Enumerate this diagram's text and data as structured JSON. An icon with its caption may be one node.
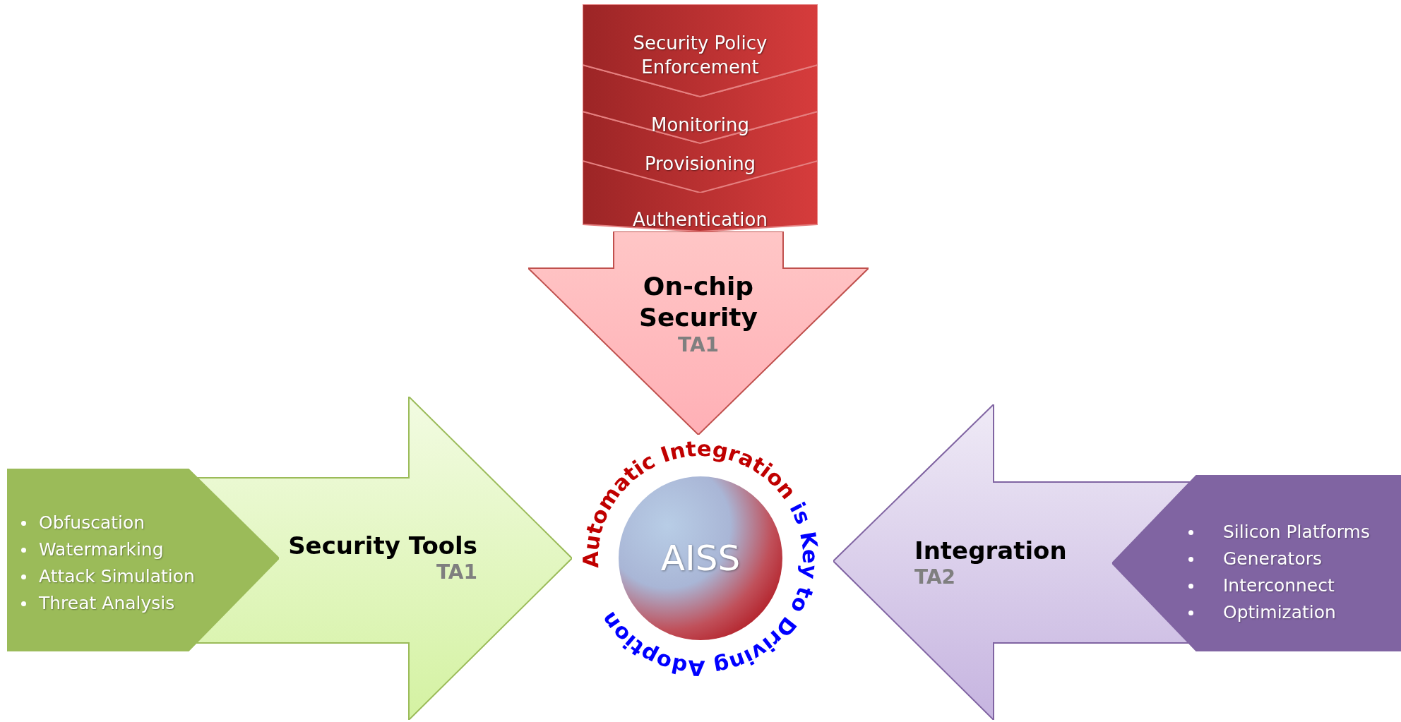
{
  "diagram": {
    "nodes": [
      {
        "text": [
          "Security Policy Enforcement"
        ]
      },
      {
        "text": [
          "Monitoring"
        ]
      },
      {
        "text": [
          "Provisioning"
        ]
      },
      {
        "text": [
          "Authentication"
        ]
      },
      {
        "text": [
          "On-chip Security",
          "TA1"
        ]
      },
      {
        "text": [
          "Obfuscation",
          "Watermarking",
          "Attack Simulation",
          "Threat Analysis"
        ]
      },
      {
        "text": [
          "Security Tools",
          "TA1"
        ]
      },
      {
        "text": [
          "AISS",
          "Automatic Integration",
          "is Key to Driving Adoption"
        ]
      },
      {
        "text": [
          "Integration",
          "TA2"
        ]
      },
      {
        "text": [
          "Silicon Platforms",
          "Generators",
          "Interconnect",
          "Optimization"
        ]
      }
    ]
  }
}
